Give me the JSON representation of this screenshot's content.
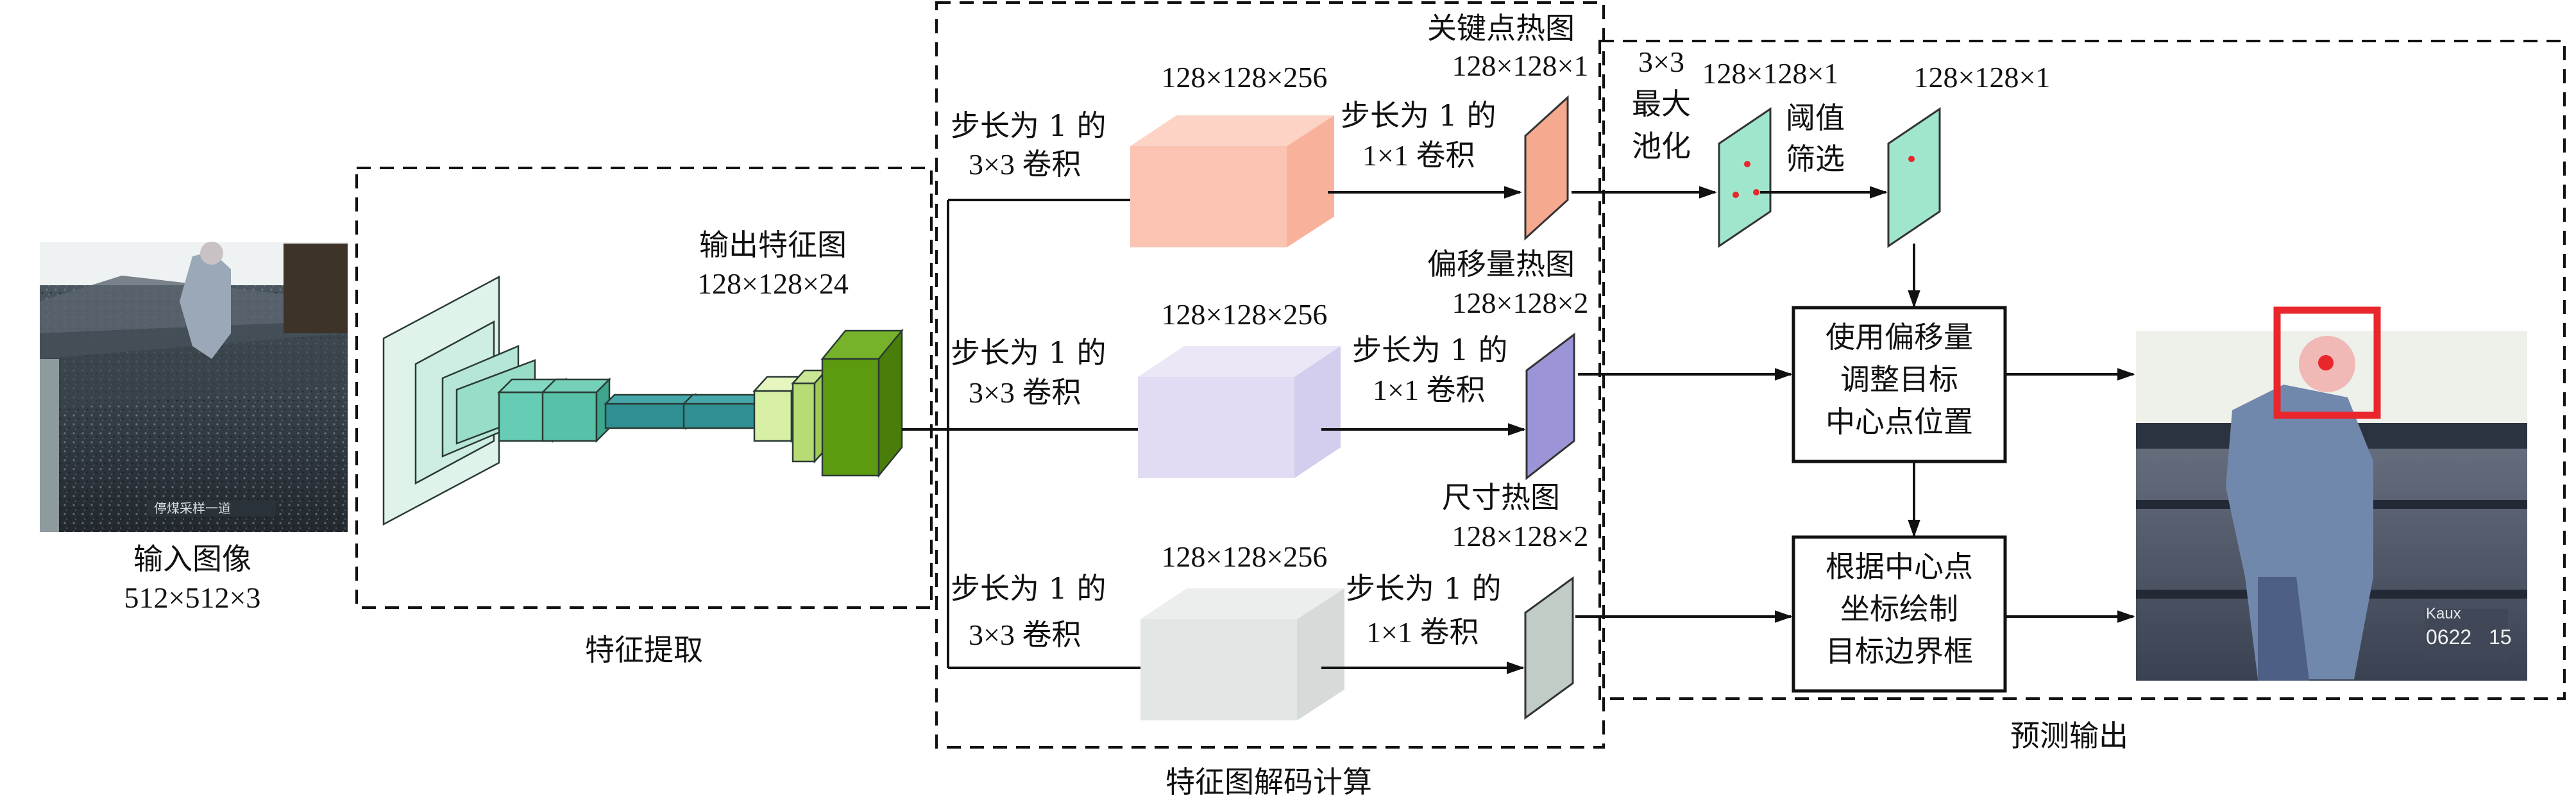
{
  "input": {
    "caption": "输入图像",
    "dims": "512×512×3",
    "photo_text": "停煤采样一道"
  },
  "feature_extraction": {
    "caption": "特征提取",
    "output_label": "输出特征图",
    "output_dims": "128×128×24"
  },
  "decoder": {
    "caption": "特征图解码计算",
    "branches": [
      {
        "conv3_line1": "步长为 1 的",
        "conv3_line2": "3×3 卷积",
        "cube_dims": "128×128×256",
        "conv1_line1": "步长为 1 的",
        "conv1_line2": "1×1 卷积",
        "heatmap_name": "关键点热图",
        "heatmap_dims": "128×128×1",
        "color": "#f5a98f"
      },
      {
        "conv3_line1": "步长为 1 的",
        "conv3_line2": "3×3 卷积",
        "cube_dims": "128×128×256",
        "conv1_line1": "步长为 1 的",
        "conv1_line2": "1×1 卷积",
        "heatmap_name": "偏移量热图",
        "heatmap_dims": "128×128×2",
        "color": "#9b95d8"
      },
      {
        "conv3_line1": "步长为 1 的",
        "conv3_line2": "3×3 卷积",
        "cube_dims": "128×128×256",
        "conv1_line1": "步长为 1 的",
        "conv1_line2": "1×1 卷积",
        "heatmap_name": "尺寸热图",
        "heatmap_dims": "128×128×2",
        "color": "#c2ccc7"
      }
    ]
  },
  "prediction": {
    "caption": "预测输出",
    "maxpool_line1": "3×3",
    "maxpool_line2": "最大",
    "maxpool_line3": "池化",
    "pooled_dims": "128×128×1",
    "threshold_line1": "阈值",
    "threshold_line2": "筛选",
    "filtered_dims": "128×128×1",
    "adjust_box": [
      "使用偏移量",
      "调整目标",
      "中心点位置"
    ],
    "draw_box": [
      "根据中心点",
      "坐标绘制",
      "目标边界框"
    ],
    "photo_text_1": "Kaux",
    "photo_text_2": "0622",
    "photo_text_3": "15",
    "bbox_color": "#e8262b"
  }
}
